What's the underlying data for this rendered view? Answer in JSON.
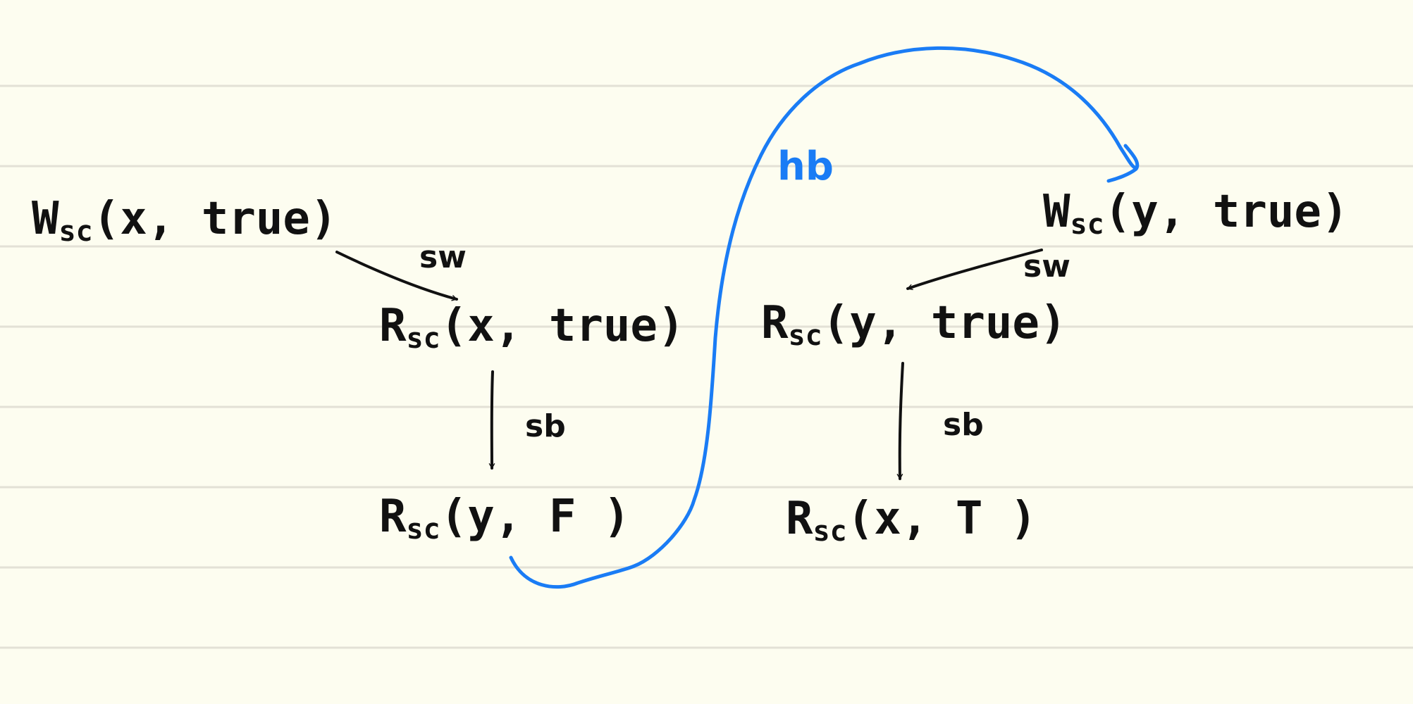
{
  "nodes": {
    "w_x": {
      "op": "W",
      "sub": "sc",
      "args": "(x, true)"
    },
    "r_x_true": {
      "op": "R",
      "sub": "sc",
      "args": "(x, true)"
    },
    "r_y_f": {
      "op": "R",
      "sub": "sc",
      "args": "(y, F )"
    },
    "w_y": {
      "op": "W",
      "sub": "sc",
      "args": "(y, true)"
    },
    "r_y_true": {
      "op": "R",
      "sub": "sc",
      "args": "(y, true)"
    },
    "r_x_t": {
      "op": "R",
      "sub": "sc",
      "args": "(x, T )"
    }
  },
  "edges": {
    "sw_left": "sw",
    "sb_left": "sb",
    "sw_right": "sw",
    "sb_right": "sb",
    "hb": "hb"
  },
  "colors": {
    "ink": "#111111",
    "hb": "#1a7cf5",
    "paper": "#fdfdf0",
    "rule": "#e3e1d6"
  }
}
